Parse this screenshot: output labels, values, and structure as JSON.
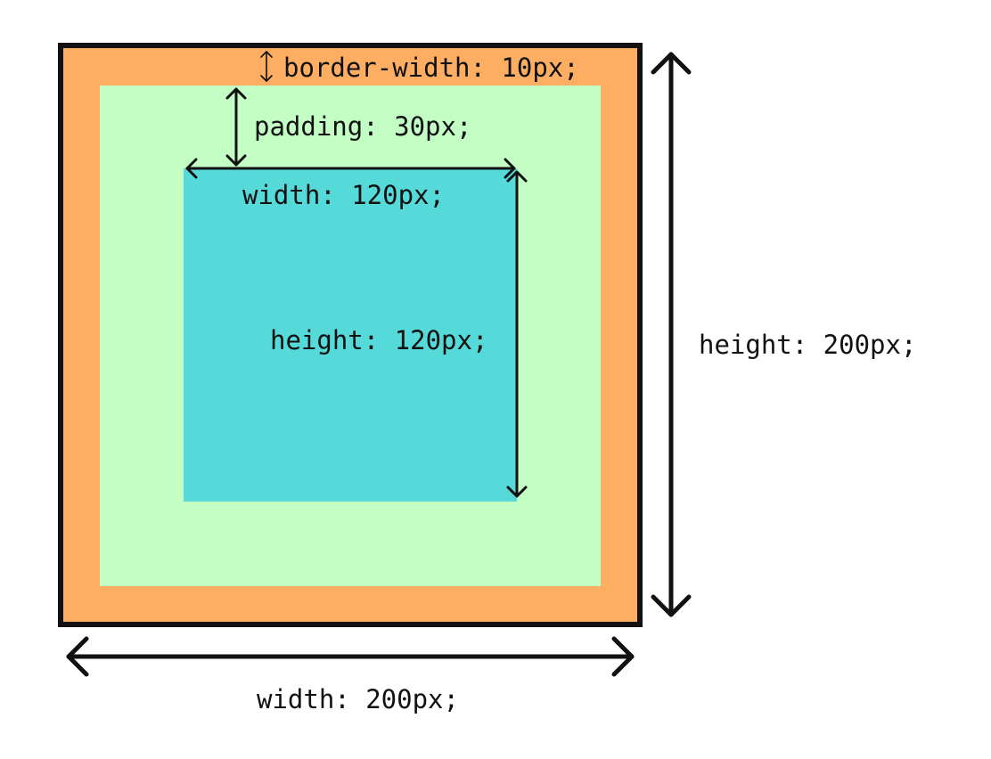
{
  "colors": {
    "border": "#fdae62",
    "outline": "#111111",
    "padding": "#c3fec5",
    "content": "#55d9d9",
    "background": "#ffffff"
  },
  "labels": {
    "border_width": "border-width: 10px;",
    "padding": "padding: 30px;",
    "content_width": "width: 120px;",
    "content_height": "height: 120px;",
    "outer_height": "height: 200px;",
    "outer_width": "width: 200px;"
  }
}
